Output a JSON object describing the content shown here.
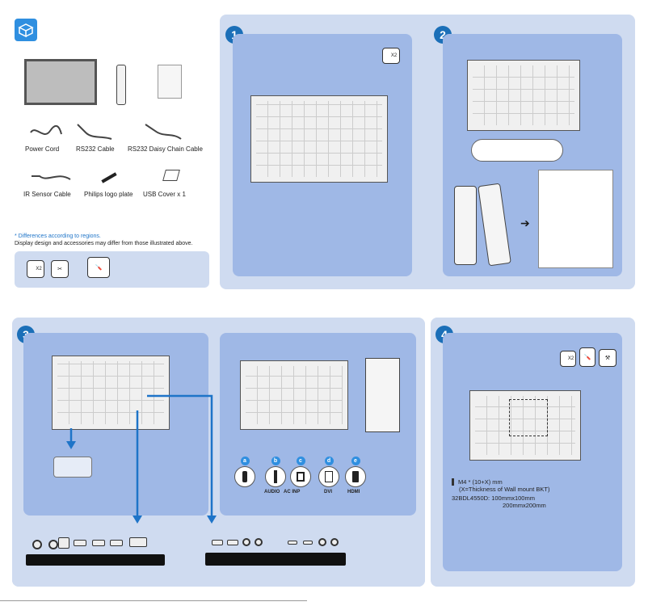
{
  "accessories": {
    "items": [
      "Power Cord",
      "RS232 Cable",
      "RS232 Daisy Chain Cable",
      "IR Sensor Cable",
      "Philips logo plate",
      "USB Cover x 1"
    ],
    "note_title": "* Differences according to regions.",
    "note_body": "Display design and accessories may differ from those illustrated above.",
    "tools_qty": "X2"
  },
  "steps": {
    "s1": "1",
    "s2": "2",
    "s3": "3",
    "s4": "4"
  },
  "step1": {
    "qty": "X2"
  },
  "step3": {
    "connectors": [
      {
        "badge": "a",
        "label": ""
      },
      {
        "badge": "b",
        "label": "AUDIO"
      },
      {
        "badge": "c",
        "label": "AC INP"
      },
      {
        "badge": "d",
        "label": "DVI"
      },
      {
        "badge": "e",
        "label": "HDMI"
      }
    ]
  },
  "step4": {
    "qty": "X2",
    "screw_spec": "M4 * (10+X) mm",
    "screw_note": "(X=Thickness of Wall mount BKT)",
    "model_line1": "32BDL4550D: 100mmx100mm",
    "model_line2": "200mmx200mm"
  },
  "colors": {
    "panel_outer": "#cfdbf0",
    "panel_inner": "#9fb8e6",
    "badge": "#1b6fb8",
    "arrow": "#1e74c8"
  }
}
